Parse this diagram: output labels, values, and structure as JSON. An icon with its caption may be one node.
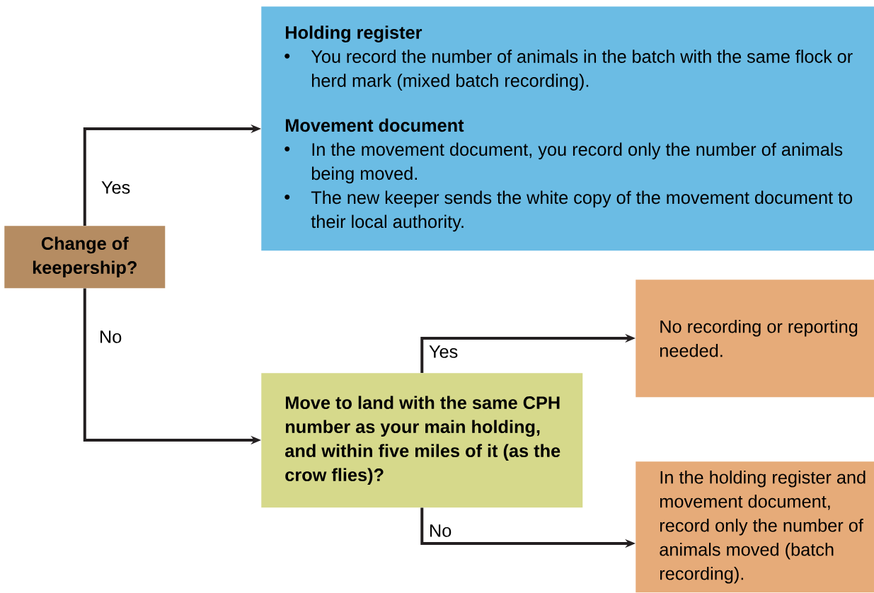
{
  "diagram": {
    "nodes": [
      {
        "text": [
          "Change of keepership?"
        ]
      },
      {
        "text": [
          "Holding register",
          "You record the number of animals in the batch with the same flock or herd mark (mixed batch recording).",
          "Movement document",
          "In the movement document, you record only the number of animals being moved.",
          "The new keeper sends the white copy of the movement document to their local authority."
        ]
      },
      {
        "text": [
          "Move to land with the same CPH number as your main holding, and within five miles of it (as the crow flies)?"
        ]
      },
      {
        "text": [
          "No recording or reporting needed."
        ]
      },
      {
        "text": [
          "In the holding register and movement document, record only the number of animals moved (batch recording)."
        ]
      }
    ],
    "edges": [
      {
        "from": 0,
        "to": 1,
        "arrow": "to",
        "label": "Yes"
      },
      {
        "from": 0,
        "to": 2,
        "arrow": "to",
        "label": "No"
      },
      {
        "from": 2,
        "to": 3,
        "arrow": "to",
        "label": "Yes"
      },
      {
        "from": 2,
        "to": 4,
        "arrow": "to",
        "label": "No"
      }
    ]
  }
}
